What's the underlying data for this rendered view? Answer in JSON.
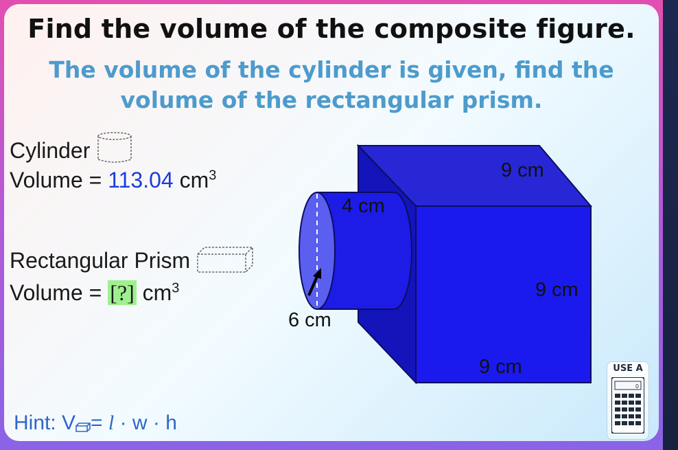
{
  "title": "Find the volume of the composite figure.",
  "subtitle": "The volume of the cylinder is given, find the volume of the rectangular prism.",
  "cylinder": {
    "label": "Cylinder",
    "volume_label": "Volume =",
    "volume_value": "113.04",
    "unit": "cm",
    "unit_exp": "3"
  },
  "prism": {
    "label": "Rectangular Prism",
    "volume_label": "Volume =",
    "answer_placeholder": "[?]",
    "unit": "cm",
    "unit_exp": "3"
  },
  "figure": {
    "dims": {
      "prism_depth": "9 cm",
      "prism_height": "9 cm",
      "prism_width": "9 cm",
      "cylinder_length": "4 cm",
      "cylinder_diameter": "6 cm"
    },
    "colors": {
      "prism_front": "#1a1aee",
      "prism_top": "#2424d8",
      "prism_side": "#1212b8",
      "cylinder_face": "#5a5ff0",
      "cylinder_body": "#1c1ce6"
    }
  },
  "hint": {
    "prefix": "Hint:",
    "formula_lhs": "V",
    "formula_rhs_l": "l",
    "formula_rhs_rest": "· w · h",
    "equals": "="
  },
  "calculator": {
    "label": "USE A",
    "icon": "calculator-icon"
  }
}
